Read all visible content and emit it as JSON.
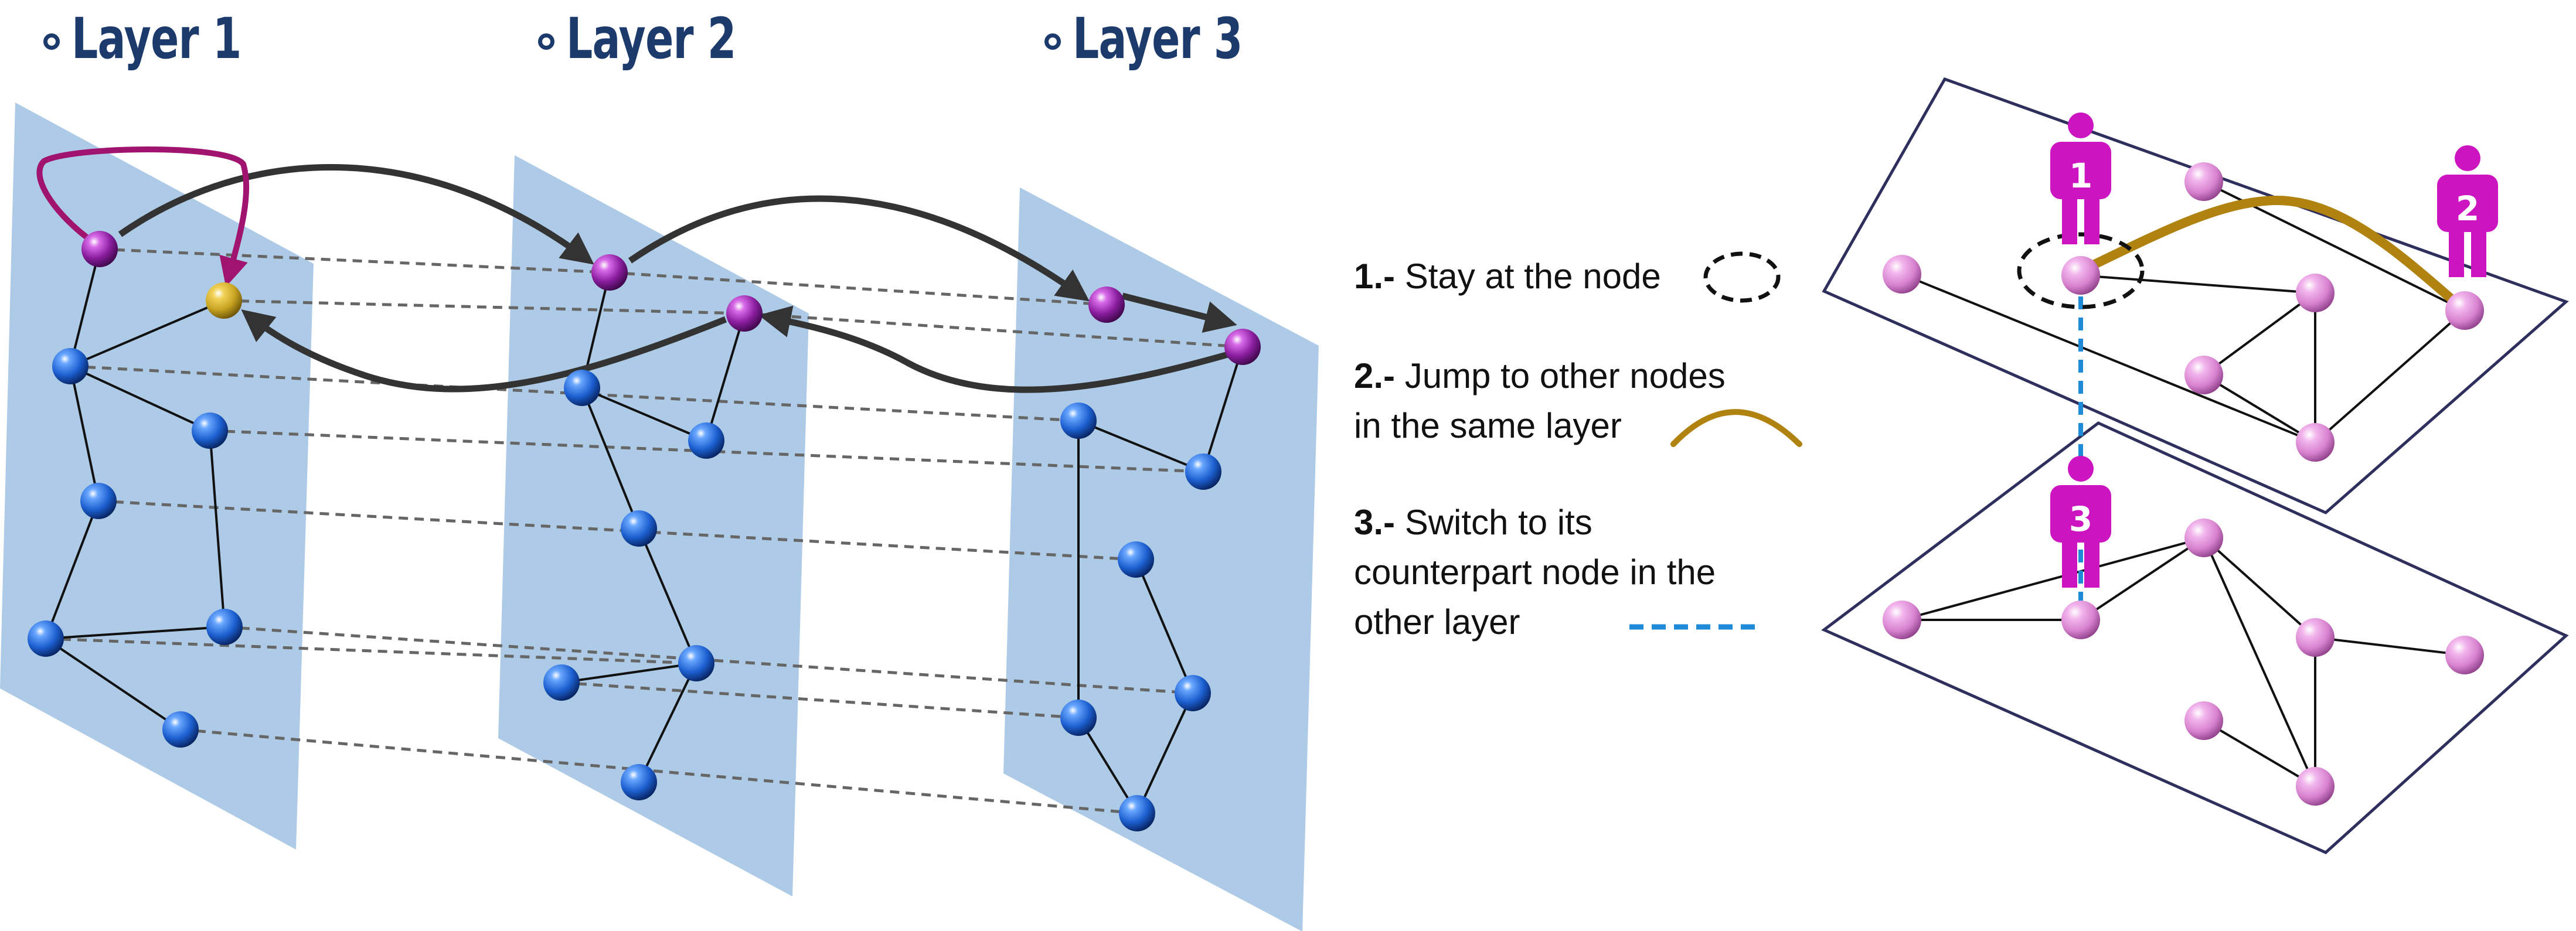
{
  "layer_titles": [
    "Layer 1",
    "Layer 2",
    "Layer 3"
  ],
  "legend": {
    "items": [
      {
        "number": "1.-",
        "lines": [
          "Stay at the node"
        ]
      },
      {
        "number": "2.-",
        "lines": [
          "Jump to other nodes",
          "in the same layer"
        ]
      },
      {
        "number": "3.-",
        "lines": [
          "Switch to its",
          "counterpart node in the",
          "other layer"
        ]
      }
    ]
  },
  "walker_labels": [
    "1",
    "2",
    "3"
  ],
  "colors": {
    "title": "#1d3a6c",
    "plane_fill": "#a9c7e6",
    "node_blue": "#1c5fd0",
    "node_purple": "#8a1e9e",
    "node_gold": "#c9a522",
    "node_pink": "#d782cf",
    "walker": "#cc14c0",
    "jump_curve": "#b0820f",
    "switch_dashes": "#1f8ad8",
    "intra_edges": "#111111",
    "inter_links": "#666666",
    "layer_arrows": "#333333",
    "self_loop": "#a0146f",
    "frame": "#2f2f5e"
  }
}
